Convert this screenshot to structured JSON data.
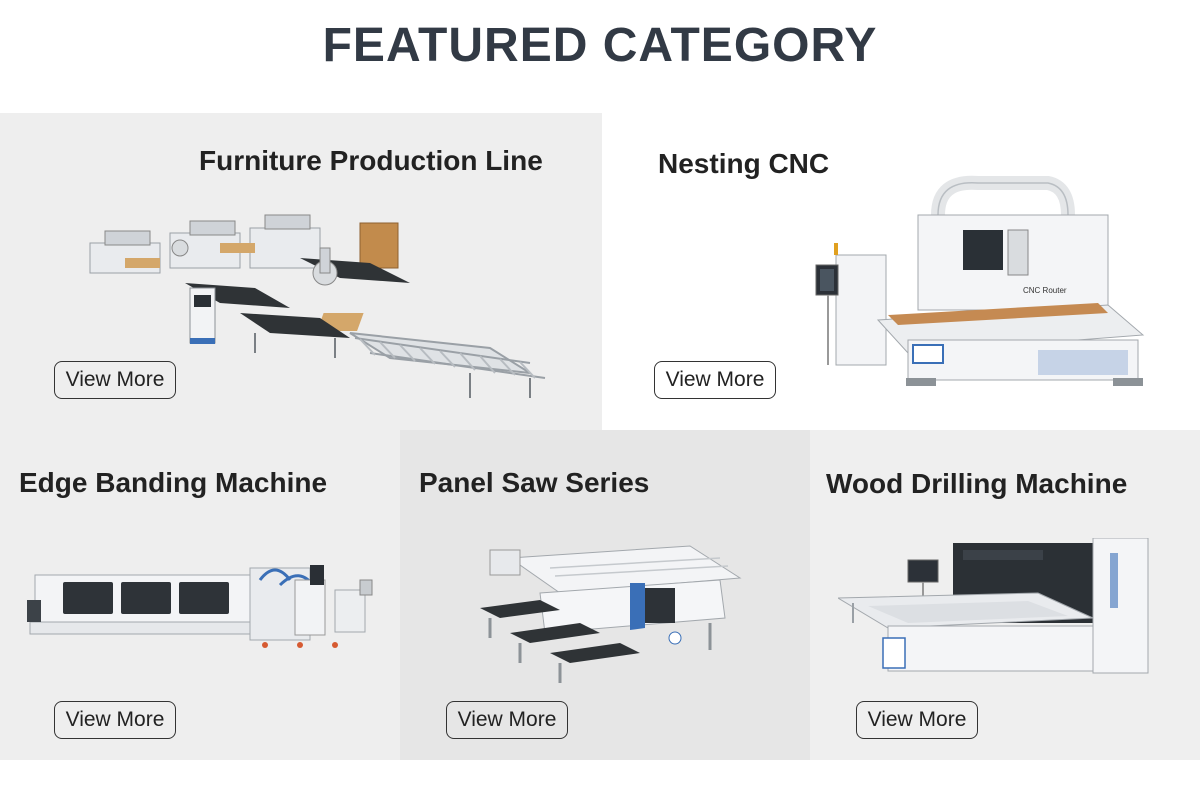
{
  "header": {
    "title": "FEATURED CATEGORY"
  },
  "categories": [
    {
      "title": "Furniture Production Line",
      "button": "View More"
    },
    {
      "title": "Nesting CNC",
      "button": "View More"
    },
    {
      "title": "Edge Banding Machine",
      "button": "View More"
    },
    {
      "title": "Panel Saw Series",
      "button": "View More"
    },
    {
      "title": "Wood Drilling Machine",
      "button": "View More"
    }
  ],
  "machine_labels": {
    "nesting_panel": "CNC Router"
  },
  "colors": {
    "title": "#323a45",
    "card_light": "#eeeeee",
    "card_mid": "#e6e6e6",
    "accent_blue": "#3a6fb7",
    "machine_white": "#f4f5f7"
  }
}
